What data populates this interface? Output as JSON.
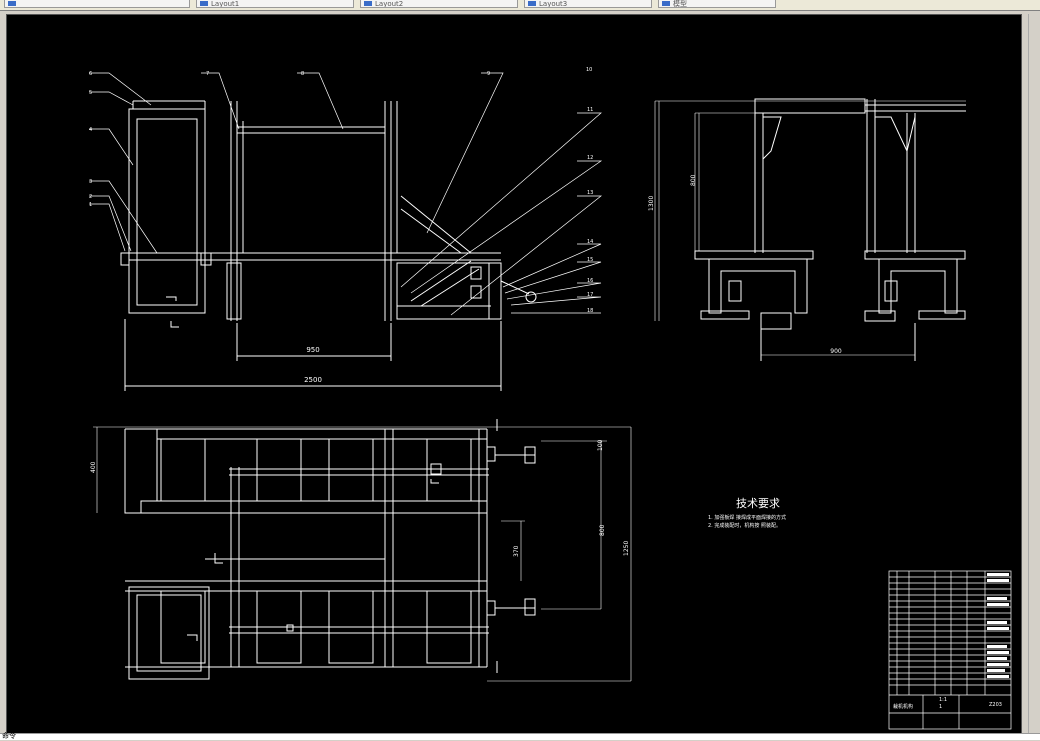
{
  "tabs": [
    {
      "label": ""
    },
    {
      "label": "Layout1"
    },
    {
      "label": "Layout2"
    },
    {
      "label": "Layout3"
    },
    {
      "label": "模型"
    }
  ],
  "drawing": {
    "dims": {
      "d950": "950",
      "d2500": "2500",
      "d1300": "1300",
      "d800": "800",
      "d900": "900",
      "d400": "400",
      "d100": "100",
      "d370": "370",
      "d800b": "800",
      "d1250": "1250"
    },
    "callouts": [
      "1",
      "2",
      "3",
      "4",
      "5",
      "6",
      "7",
      "8",
      "9",
      "10",
      "11",
      "12",
      "13",
      "14",
      "15",
      "16",
      "17",
      "18"
    ],
    "tech_title": "技术要求",
    "tech_notes": [
      "1. 加强板焊 接焊成平面焊接的方式",
      "2. 完成装配时，机构按 照装配。"
    ],
    "title_block": {
      "part_name": "裁机机构",
      "drawing_no": "Z203",
      "scale": "1:1",
      "sheet": "1"
    }
  },
  "status": {
    "text": "命令"
  }
}
